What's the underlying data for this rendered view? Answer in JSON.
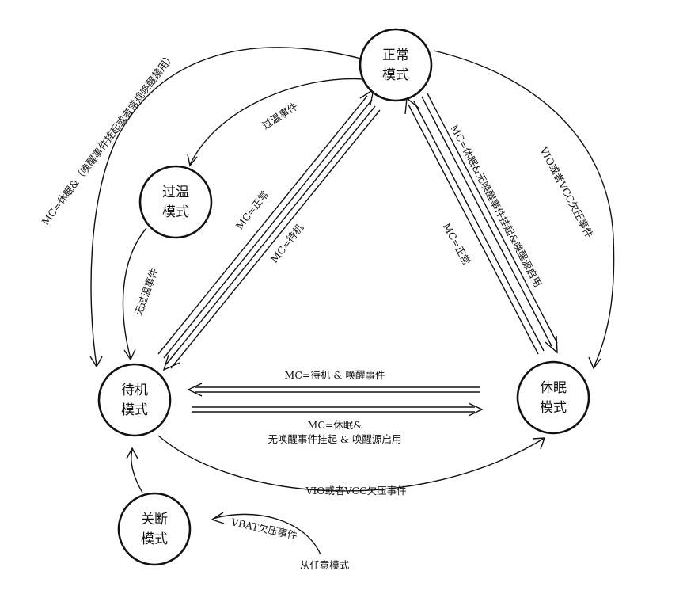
{
  "nodes": {
    "normal": {
      "line1": "正常",
      "line2": "模式"
    },
    "overtemp": {
      "line1": "过温",
      "line2": "模式"
    },
    "standby": {
      "line1": "待机",
      "line2": "模式"
    },
    "sleep": {
      "line1": "休眠",
      "line2": "模式"
    },
    "off": {
      "line1": "关断",
      "line2": "模式"
    }
  },
  "labels": {
    "normal_to_standby_outer": "MC=休眠&（唤醒事件挂起或者常规唤醒禁用）",
    "normal_to_overtemp": "过温事件",
    "overtemp_to_standby": "无过温事件",
    "standby_to_normal": "MC=正常",
    "normal_to_standby": "MC=待机",
    "sleep_to_normal": "MC=正常",
    "normal_to_sleep": "MC=休眠&无唤醒事件挂起&唤醒源启用",
    "normal_to_sleep_outer": "VIO或者VCC欠压事件",
    "sleep_to_standby": "MC=待机 & 唤醒事件",
    "standby_to_sleep_line1": "MC=休眠&",
    "standby_to_sleep_line2": "无唤醒事件挂起 & 唤醒源启用",
    "standby_to_sleep_bottom": "VIO或者VCC欠压事件",
    "any_to_off_line1": "VBAT欠压事件",
    "any_to_off_line2": "从任意模式"
  }
}
